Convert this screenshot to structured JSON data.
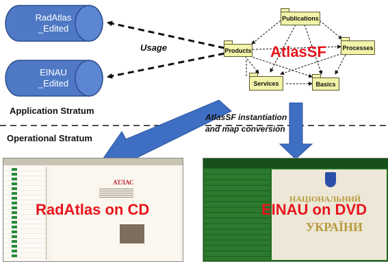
{
  "left_nodes": [
    {
      "line1": "RadAtlas",
      "line2": "_Edited"
    },
    {
      "line1": "EINAU",
      "line2": "_Edited"
    }
  ],
  "usage_label": "Usage",
  "framework_title": "AtlasSF",
  "packages": {
    "publications": "Publications",
    "products": "Products",
    "processes": "Processes",
    "services": "Services",
    "basics": "Basics"
  },
  "application_stratum": "Application Stratum",
  "operational_stratum": "Operational Stratum",
  "instantiation_line1": "AtlasSF  instantiation",
  "instantiation_line2": "and map conversion",
  "radatlas_label": "RadAtlas on CD",
  "einau_label": "EINAU on DVD",
  "radatlas_page_title": "АТЛАС",
  "einau_page_title": "НАЦІОНАЛЬНИЙ",
  "einau_page_title2": "УКРАЇНИ",
  "colors": {
    "cylinder": "#4f79c5",
    "arrow_blue": "#3e6fc2",
    "package_fill": "#f3f2a9",
    "red_text": "#e8141c",
    "einau_green": "#1f6b22"
  }
}
